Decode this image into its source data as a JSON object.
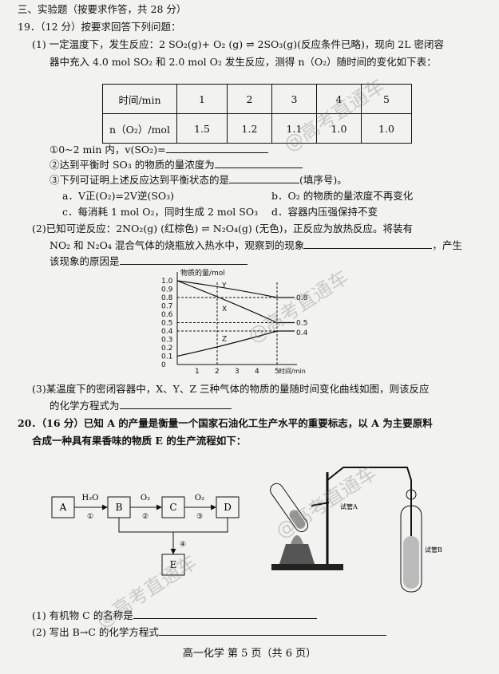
{
  "section_title": "三、实验题",
  "section_note": "（按要求作答，共 28 分）",
  "q19": {
    "header": "19．（12 分）按要求回答下列问题：",
    "p1_line1": "(1) 一定温度下，发生反应：2 SO₂(g)+ O₂ (g) ⇌ 2SO₃(g)(反应条件已略)，现向 2L 密闭容",
    "p1_line2": "器中充入 4.0 mol SO₂ 和 2.0 mol O₂ 发生反应，测得 n（O₂）随时间的变化如下表：",
    "table": {
      "row1_label": "时间/min",
      "row2_label": "n（O₂）/mol",
      "times": [
        "1",
        "2",
        "3",
        "4",
        "5"
      ],
      "values": [
        "1.5",
        "1.2",
        "1.1",
        "1.0",
        "1.0"
      ]
    },
    "s1": "①0~2 min 内，v(SO₂)=",
    "s2": "②达到平衡时 SO₃ 的物质的量浓度为",
    "s3": "③下列可证明上述反应达到平衡状态的是",
    "s3_tail": "(填序号)。",
    "opt_a": "a．V正(O₂)=2V逆(SO₃)",
    "opt_b": "b．O₂ 的物质的量浓度不再变化",
    "opt_c": "c．每消耗 1 mol O₂，同时生成 2 mol SO₃",
    "opt_d": "d．容器内压强保持不变",
    "p2_line1": "(2)已知可逆反应：2NO₂(g) (红棕色) ⇌ N₂O₄(g) (无色)，正反应为放热反应。将装有",
    "p2_line2": "NO₂ 和 N₂O₄ 混合气体的烧瓶放入热水中，观察到的现象",
    "p2_line2_tail": "，产生",
    "p2_line3": "该现象的原因是",
    "p3_line1": "(3)某温度下的密闭容器中，X、Y、Z 三种气体的物质的量随时间变化曲线如图，则该反应",
    "p3_line2": "的化学方程式为"
  },
  "graph": {
    "ylabel": "物质的量/mol",
    "xlabel": "时间/min",
    "y_ticks": [
      "1.0",
      "0.9",
      "0.8",
      "0.7",
      "0.6",
      "0.5",
      "0.4",
      "0.3",
      "0.2",
      "0.1",
      "0"
    ],
    "x_ticks": [
      "1",
      "2",
      "3",
      "4",
      "5"
    ],
    "curve_labels": [
      "Y",
      "X",
      "Z"
    ],
    "end_labels": [
      "0.8",
      "0.5",
      "0.4"
    ],
    "Y": {
      "start": 1.0,
      "end": 0.8
    },
    "X": {
      "start": 1.0,
      "end": 0.5
    },
    "Z": {
      "start": 0.1,
      "end": 0.4
    }
  },
  "q20": {
    "line1": "20．（16 分）已知 A 的产量是衡量一个国家石油化工生产水平的重要标志，以 A 为主要原料",
    "line2": "合成一种具有果香味的物质 E 的生产流程如下：",
    "flow": {
      "A": "A",
      "B": "B",
      "C": "C",
      "D": "D",
      "E": "E",
      "arrow1_top": "H₂O",
      "arrow1_num": "①",
      "arrow2_top": "O₂",
      "arrow2_num": "②",
      "arrow3_top": "O₂",
      "arrow3_num": "③",
      "arrow4_num": "④"
    },
    "apparatus": {
      "tube_a": "试管A",
      "tube_b": "试管B"
    },
    "s1": "(1) 有机物 C 的名称是",
    "s2": "(2) 写出 B→C 的化学方程式"
  },
  "watermark": "@高考直通车",
  "footer": "高一化学  第 5 页（共 6 页）"
}
